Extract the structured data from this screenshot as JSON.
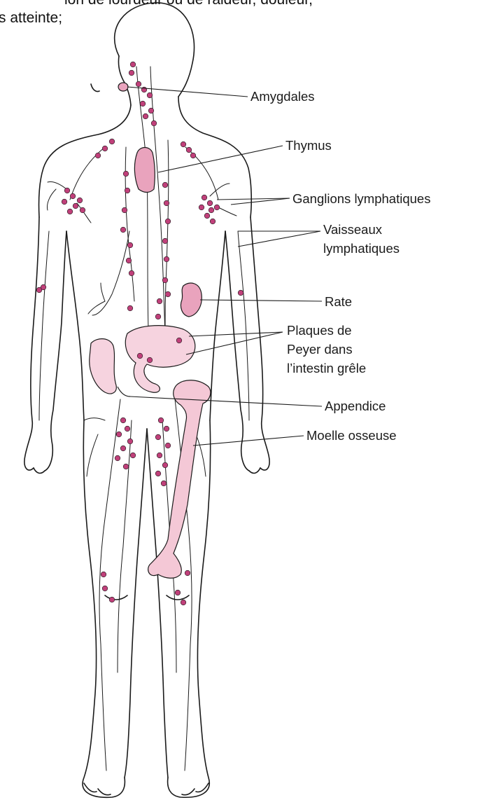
{
  "header": {
    "line1": "ion de lourdeur ou de raideur, douleur,",
    "line2": "s atteinte;"
  },
  "labels": {
    "tonsils": "Amygdales",
    "thymus": "Thymus",
    "lymph_nodes": "Ganglions lymphatiques",
    "lymph_vessels_1": "Vaisseaux",
    "lymph_vessels_2": "lymphatiques",
    "spleen": "Rate",
    "peyer_1": "Plaques de",
    "peyer_2": "Peyer dans",
    "peyer_3": "l’intestin grêle",
    "appendix": "Appendice",
    "bone_marrow": "Moelle osseuse"
  },
  "colors": {
    "outline": "#1a1a1a",
    "node": "#c0407a",
    "organ_fill": "#e9a3bd",
    "organ_light": "#f6d3df",
    "bone_fill": "#f4c8d6"
  }
}
